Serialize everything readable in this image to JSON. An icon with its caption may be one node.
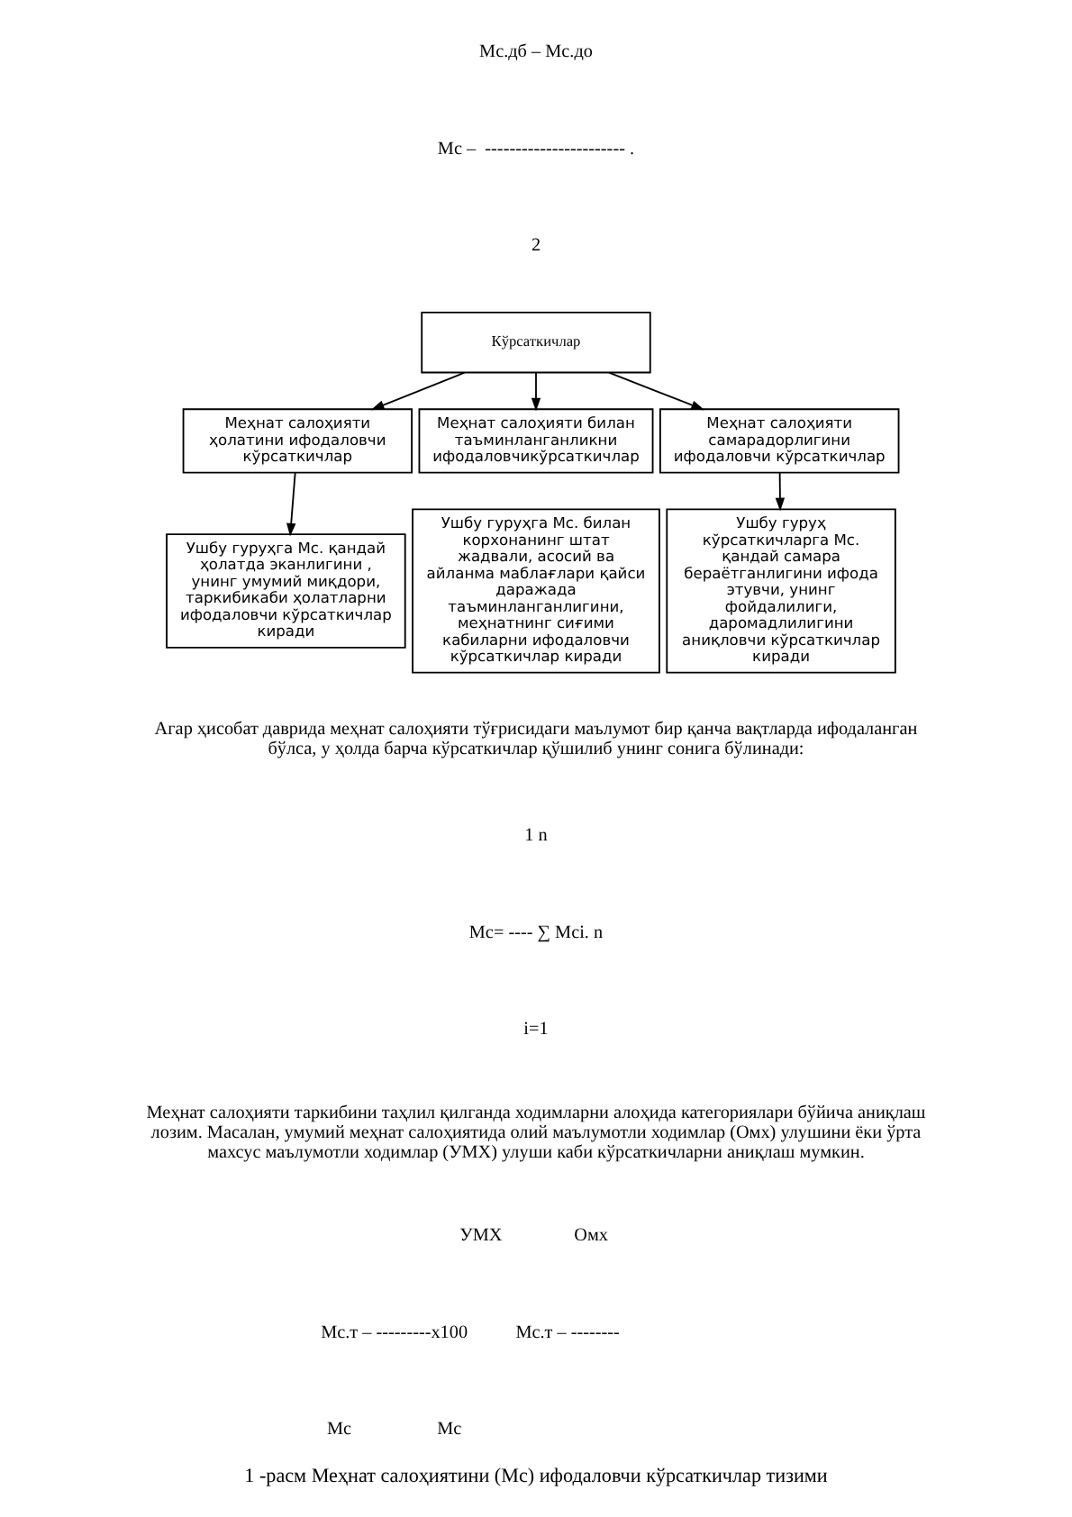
{
  "diagram": {
    "caption": "1 -расм Меҳнат салоҳиятини (Мс) ифодаловчи кўрсаткичлар тизими",
    "nodes": [
      {
        "text": [
          "Кўрсаткичлар"
        ]
      },
      {
        "text": [
          "Меҳнат салоҳияти ҳолатини ифодаловчи кўрсаткичлар"
        ]
      },
      {
        "text": [
          "Меҳнат салоҳияти билан таъминланганликни ифодаловчикўрсаткичлар"
        ]
      },
      {
        "text": [
          "Меҳнат салоҳияти самарадорлигини ифодаловчи кўрсаткичлар"
        ]
      },
      {
        "text": [
          "Ушбу гуруҳга Мс. қандай ҳолатда эканлигини , унинг умумий миқдори, таркибикаби ҳолатларни ифодаловчи кўрсаткичлар киради"
        ]
      },
      {
        "text": [
          "Ушбу гуруҳга Мс. билан корхонанинг штат жадвали, асосий ва айланма маблағлари қайси даражада таъминланганлигини, меҳнатнинг сиғими кабиларни ифодаловчи кўрсаткичлар киради"
        ]
      },
      {
        "text": [
          "Ушбу гуруҳ кўрсаткичларга Мс. қандай самара бераётганлигини ифода этувчи, унинг фойдалилиги, даромадлилигини аниқловчи кўрсаткичлар киради"
        ]
      }
    ],
    "edges": [
      {
        "from": 0,
        "to": 1,
        "arrow": "to"
      },
      {
        "from": 0,
        "to": 2,
        "arrow": "to"
      },
      {
        "from": 0,
        "to": 3,
        "arrow": "to"
      },
      {
        "from": 1,
        "to": 4,
        "arrow": "to"
      },
      {
        "from": 3,
        "to": 6,
        "arrow": "to"
      }
    ],
    "labels": [
      "Мс.дб – Мс.до",
      "Мс –  ----------------------- .",
      "2",
      "Агар ҳисобат даврида меҳнат салоҳияти тўғрисидаги маълумот бир қанча вақтларда ифодаланган бўлса, у ҳолда барча кўрсаткичлар қўшилиб унинг сонига бўлинади:",
      "1 n",
      "Мс= ---- ∑ Мсi. n",
      "i=1",
      "Меҳнат салоҳияти таркибини таҳлил қилганда ходимларни алоҳида категориялари бўйича аниқлаш лозим. Масалан, умумий меҳнат салоҳиятида олий маълумотли ходимлар (Омх) улушини ёки ўрта махсус маълумотли ходимлар (УМХ) улуши каби кўрсаткичларни аниқлаш мумкин.",
      "УМХ",
      "Омх",
      "Мс.т – ---------х100",
      "Мс.т – --------",
      "Мс",
      "Мс"
    ]
  }
}
